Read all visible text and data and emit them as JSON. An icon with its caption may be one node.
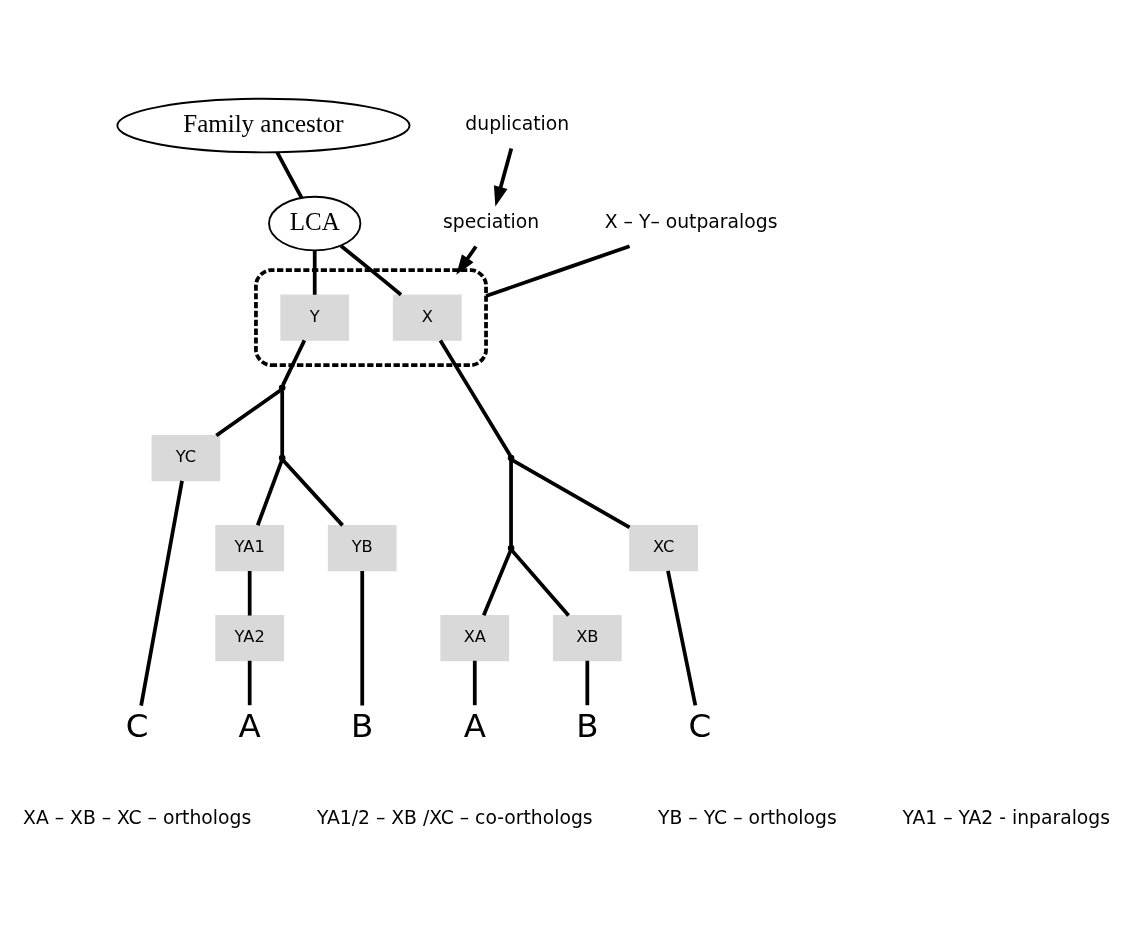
{
  "diagram": {
    "nodes": [
      {
        "text": [
          "Family ancestor"
        ]
      },
      {
        "text": [
          "duplication"
        ]
      },
      {
        "text": [
          "LCA"
        ]
      },
      {
        "text": [
          "speciation"
        ]
      },
      {
        "text": [
          "X – Y– outparalogs"
        ]
      },
      {
        "text": [],
        "shape": "box"
      },
      {
        "text": [
          "X"
        ],
        "in": 5
      },
      {
        "text": [
          "Y"
        ],
        "in": 5
      },
      {
        "text": [],
        "shape": "point"
      },
      {
        "text": [],
        "shape": "point"
      },
      {
        "text": [],
        "shape": "point"
      },
      {
        "text": [],
        "shape": "point"
      },
      {
        "text": [
          "XA"
        ]
      },
      {
        "text": [
          "XB"
        ]
      },
      {
        "text": [
          "XC"
        ]
      },
      {
        "text": [
          "YA1"
        ]
      },
      {
        "text": [
          "YC"
        ]
      },
      {
        "text": [
          "YA2"
        ]
      },
      {
        "text": [
          "YB"
        ]
      },
      {
        "text": [
          "A"
        ]
      },
      {
        "text": [
          "B"
        ]
      },
      {
        "text": [
          "C"
        ]
      },
      {
        "text": [
          "C"
        ]
      },
      {
        "text": [
          "A"
        ]
      },
      {
        "text": [
          "B"
        ]
      }
    ],
    "edges": [
      {
        "from": 0,
        "to": 2,
        "arrow": "none"
      },
      {
        "from": 1,
        "to": 3,
        "arrow": "to"
      },
      {
        "from": 2,
        "to": 6,
        "arrow": "none"
      },
      {
        "from": 2,
        "to": 7,
        "arrow": "none"
      },
      {
        "from": 3,
        "to": 5,
        "arrow": "to"
      },
      {
        "from": 4,
        "to": 5,
        "arrow": "none"
      },
      {
        "from": 6,
        "to": 8,
        "arrow": "none"
      },
      {
        "from": 7,
        "to": 9,
        "arrow": "none"
      },
      {
        "from": 8,
        "to": 10,
        "arrow": "none"
      },
      {
        "from": 8,
        "to": 14,
        "arrow": "none"
      },
      {
        "from": 10,
        "to": 12,
        "arrow": "none"
      },
      {
        "from": 10,
        "to": 13,
        "arrow": "none"
      },
      {
        "from": 9,
        "to": 16,
        "arrow": "none"
      },
      {
        "from": 9,
        "to": 11,
        "arrow": "none"
      },
      {
        "from": 11,
        "to": 15,
        "arrow": "none"
      },
      {
        "from": 11,
        "to": 18,
        "arrow": "none"
      },
      {
        "from": 15,
        "to": 17,
        "arrow": "none"
      },
      {
        "from": 12,
        "to": 19,
        "arrow": "none"
      },
      {
        "from": 13,
        "to": 20,
        "arrow": "none"
      },
      {
        "from": 14,
        "to": 21,
        "arrow": "none"
      },
      {
        "from": 16,
        "to": 22,
        "arrow": "none"
      },
      {
        "from": 17,
        "to": 23,
        "arrow": "none"
      },
      {
        "from": 18,
        "to": 24,
        "arrow": "none"
      }
    ],
    "labels": [
      "XA – XB – XC – orthologs",
      "YA1/2 – XB /XC – co-orthologs",
      "YB – YC – orthologs",
      "YA1 – YA2 - inparalogs"
    ]
  }
}
